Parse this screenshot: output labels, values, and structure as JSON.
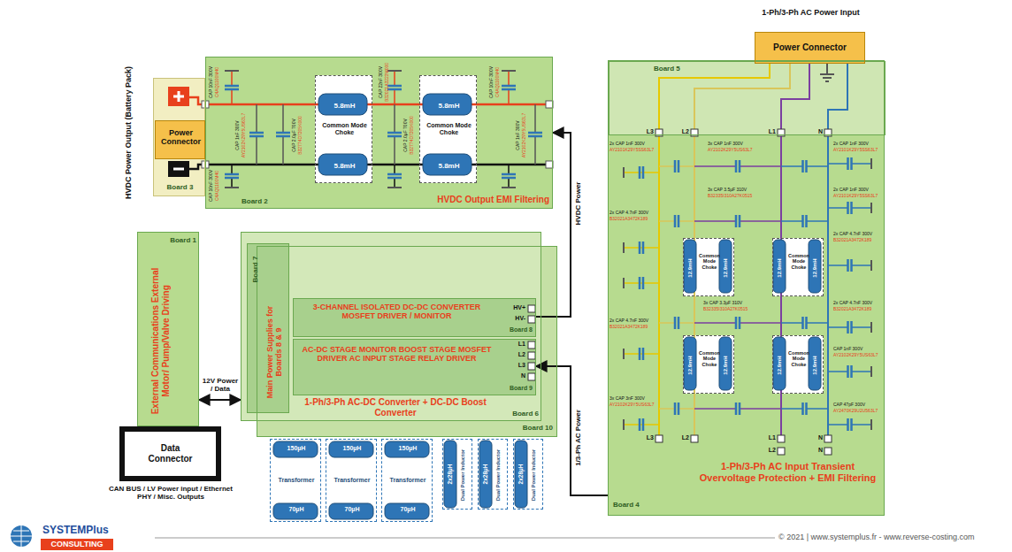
{
  "diagram": {
    "nodes": [
      {
        "text": [
          "Board 3"
        ]
      },
      {
        "text": [
          "Power Connector"
        ],
        "in": 0
      },
      {
        "text": [
          "Board 2",
          "HVDC Output EMI Filtering"
        ]
      },
      {
        "text": [
          "5.8mH",
          "Common Mode Choke",
          "5.8mH"
        ],
        "in": 2
      },
      {
        "text": [
          "5.8mH",
          "Common Mode Choke",
          "5.8mH"
        ],
        "in": 2
      },
      {
        "text": [
          "Board 1",
          "External Communications External Motor/ Pump/Valve Driving"
        ]
      },
      {
        "text": [
          "Data Connector"
        ]
      },
      {
        "text": [
          "Board 10"
        ]
      },
      {
        "text": [
          "Board 6",
          "1-Ph/3-Ph AC-DC Converter + DC-DC Boost Converter"
        ]
      },
      {
        "text": [
          "Board 7",
          "Main Power Supplies for Boards 8 & 9"
        ],
        "in": 8
      },
      {
        "text": [
          "3-CHANNEL ISOLATED DC-DC CONVERTER MOSFET DRIVER / MONITOR",
          "Board 8"
        ],
        "in": 8
      },
      {
        "text": [
          "AC-DC STAGE MONITOR BOOST STAGE MOSFET DRIVER AC INPUT STAGE RELAY DRIVER",
          "Board 9"
        ],
        "in": 8
      },
      {
        "text": [
          "150µH",
          "Transformer",
          "70µH"
        ]
      },
      {
        "text": [
          "150µH",
          "Transformer",
          "70µH"
        ]
      },
      {
        "text": [
          "150µH",
          "Transformer",
          "70µH"
        ]
      },
      {
        "text": [
          "2x28µH",
          "Dual Power Inductor"
        ]
      },
      {
        "text": [
          "2x28µH",
          "Dual Power Inductor"
        ]
      },
      {
        "text": [
          "2x28µH",
          "Dual Power Inductor"
        ]
      },
      {
        "text": [
          "Board 4",
          "1-Ph/3-Ph AC Input Transient Overvoltage Protection + EMI Filtering"
        ]
      },
      {
        "text": [
          "Board 5"
        ],
        "in": 18
      },
      {
        "text": [
          "1-Ph/3-Ph AC Power Input",
          "Power Connector"
        ]
      },
      {
        "text": [
          "12.9mH",
          "Common Mode Choke",
          "12.9mH"
        ],
        "in": 18
      },
      {
        "text": [
          "12.9mH",
          "Common Mode Choke",
          "12.9mH"
        ],
        "in": 18
      },
      {
        "text": [
          "12.9mH",
          "Common Mode Choke",
          "12.9mH"
        ],
        "in": 18
      },
      {
        "text": [
          "12.9mH",
          "Common Mode Choke",
          "12.9mH"
        ],
        "in": 18
      }
    ],
    "edges": [
      {
        "from": 10,
        "to": 2,
        "arrow": "to",
        "label": "HVDC Power"
      },
      {
        "from": 18,
        "to": 11,
        "arrow": "to",
        "label": "1/3-Ph AC Power"
      },
      {
        "from": 5,
        "to": 8,
        "arrow": "both",
        "label": "12V Power / Data"
      }
    ],
    "labels": [
      "HVDC Power Output (Battery Pack)",
      "CAP 10nF 300V",
      "C4AQ1100M40",
      "CAP 1nF 300V",
      "AY2102K29Y5US63L7",
      "CAP 10nF 300V",
      "C4AQ1100M40",
      "CAP 2.0µF 700V",
      "B32774D7205K000",
      "CAP 22nF 300V",
      "B32021A3223M000",
      "CAP 2.0µF 700V",
      "B32774D7205K000",
      "CAP 10nF 300V",
      "C4AQ1100M40",
      "CAP 1nF 300V",
      "AY2102K29Y5US63L7",
      "HV+",
      "HV-",
      "L1",
      "L2",
      "L3",
      "N",
      "CAN BUS / LV Power input / Ethernet PHY / Misc. Outputs",
      "L3",
      "L2",
      "L1",
      "N",
      "L3",
      "L2",
      "L1",
      "L2",
      "N",
      "N",
      "2x CAP 1nF 300V",
      "AY2101K29Y5SS63L7",
      "2x CAP 1nF 300V",
      "AY2101K29Y5SS63L7",
      "3x CAP 1nF 300V",
      "AY2102K29Y5US63L7",
      "2x CAP 1nF 300V",
      "AY2101K29Y5SS63L7",
      "3x CAP 3.5µF 310V",
      "B32335I310A27K0515",
      "2x CAP 4.7nF 300V",
      "B32021A3472K189",
      "2x CAP 4.7nF 300V",
      "B32021A3472K189",
      "3x CAP 3.3µF 310V",
      "B32335I310A27K0515",
      "2x CAP 4.7nF 300V",
      "B32021A3472K189",
      "2x CAP 4.7nF 300V",
      "B32021A3472K189",
      "CAP 1nF 300V",
      "AY2102K29Y5US63L7",
      "3x CAP 3nF 300V",
      "AY2102K29Y5US63L7",
      "CAP 47pF 300V",
      "AY2470K29U2U563L7",
      "© 2021 | www.systemplus.fr - www.reverse-costing.com",
      "SYSTEMPlus",
      "CONSULTING"
    ]
  }
}
